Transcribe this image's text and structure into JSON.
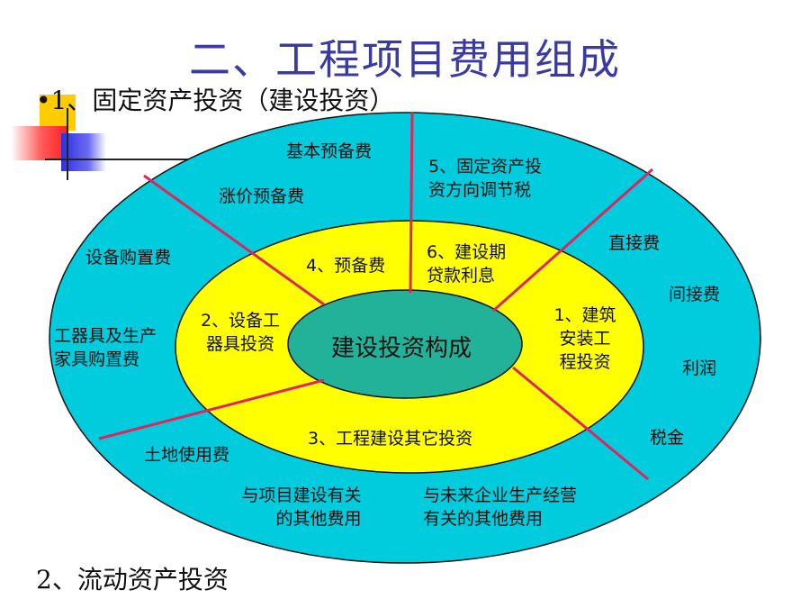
{
  "title": "二、工程项目费用组成",
  "item1": "1、固定资产投资（建设投资）",
  "item1_bullet": "•",
  "item2": "2、流动资产投资",
  "center": "建设投资构成",
  "inner": {
    "jianzhu": [
      "1、建筑",
      "安装工",
      "程投资"
    ],
    "shebei": [
      "2、设备工",
      "器具投资"
    ],
    "qita": "3、工程建设其它投资",
    "yubei": "4、预备费",
    "daikuan": [
      "6、建设期",
      "贷款利息"
    ]
  },
  "outer": {
    "jiben": "基本预备费",
    "zhangjia": "涨价预备费",
    "guding": [
      "5、固定资产投",
      "资方向调节税"
    ],
    "zhijie": "直接费",
    "jianjie": "间接费",
    "lirun": "利润",
    "shuijin": "税金",
    "shebeigouzhi": "设备购置费",
    "gongqiju": [
      "工器具及生产",
      "家具购置费"
    ],
    "tudi": "土地使用费",
    "xiangmu": [
      "与项目建设有关",
      "的其他费用"
    ],
    "weilai": [
      "与未来企业生产经营",
      "有关的其他费用"
    ]
  },
  "colors": {
    "outer_fill": "#00ccdd",
    "inner_fill": "#ffff00",
    "center_fill": "#22b29a",
    "divider": "#e0245e",
    "title": "#3a3aa0"
  }
}
